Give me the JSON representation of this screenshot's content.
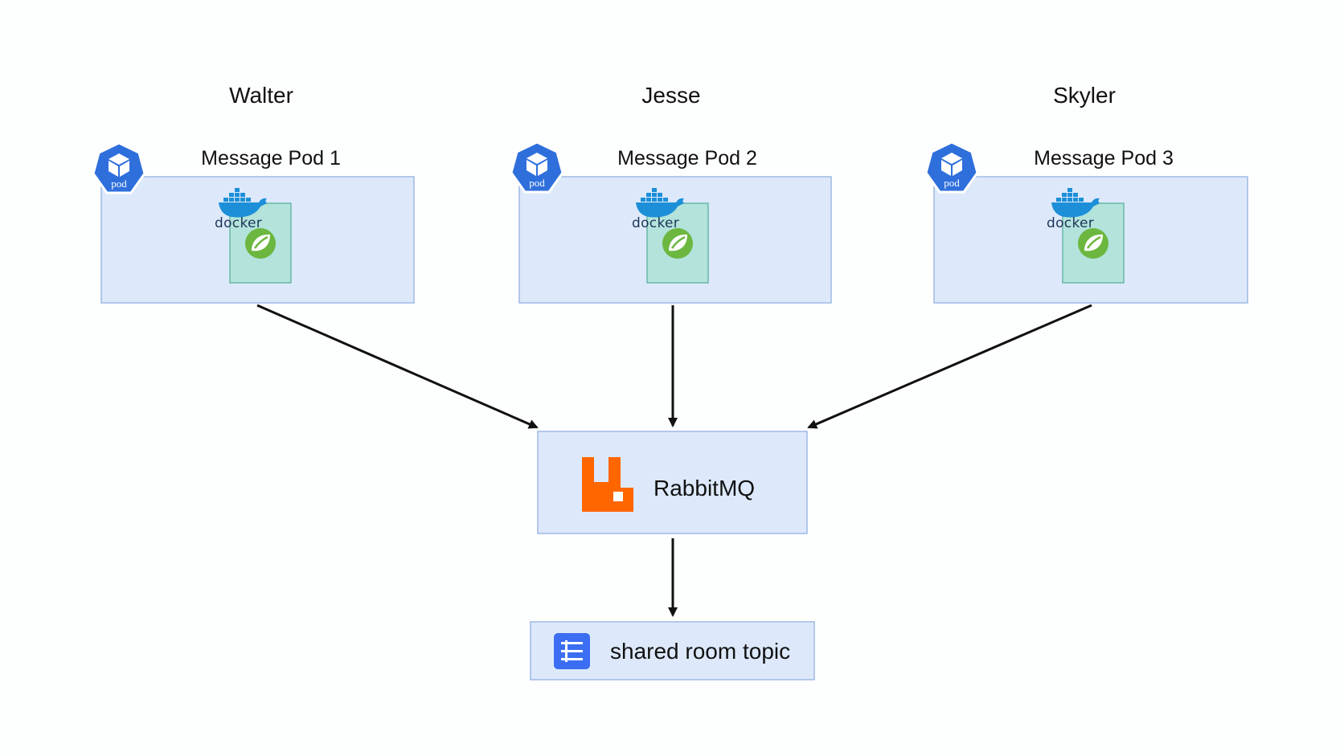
{
  "users": [
    {
      "name": "Walter",
      "pod": "Message Pod 1"
    },
    {
      "name": "Jesse",
      "pod": "Message Pod 2"
    },
    {
      "name": "Skyler",
      "pod": "Message Pod 3"
    }
  ],
  "pod_badge": "pod",
  "docker_label": "docker",
  "broker": {
    "label": "RabbitMQ"
  },
  "topic": {
    "label": "shared room topic"
  },
  "icons": {
    "pod": "kubernetes-pod-icon",
    "docker": "docker-whale-icon",
    "spring": "spring-leaf-icon",
    "broker": "rabbitmq-logo-icon",
    "topic": "topic-list-icon"
  },
  "colors": {
    "box_fill": "#dde9fb",
    "box_stroke": "#9fb9e4",
    "container_fill": "#b3e3db",
    "container_stroke": "#6bb7a7",
    "pod_badge": "#2f6fdc",
    "docker_blue": "#1d8fd8",
    "spring_green": "#6bb73f",
    "rabbitmq_orange": "#ff6600",
    "topic_icon": "#3c6ef3"
  }
}
